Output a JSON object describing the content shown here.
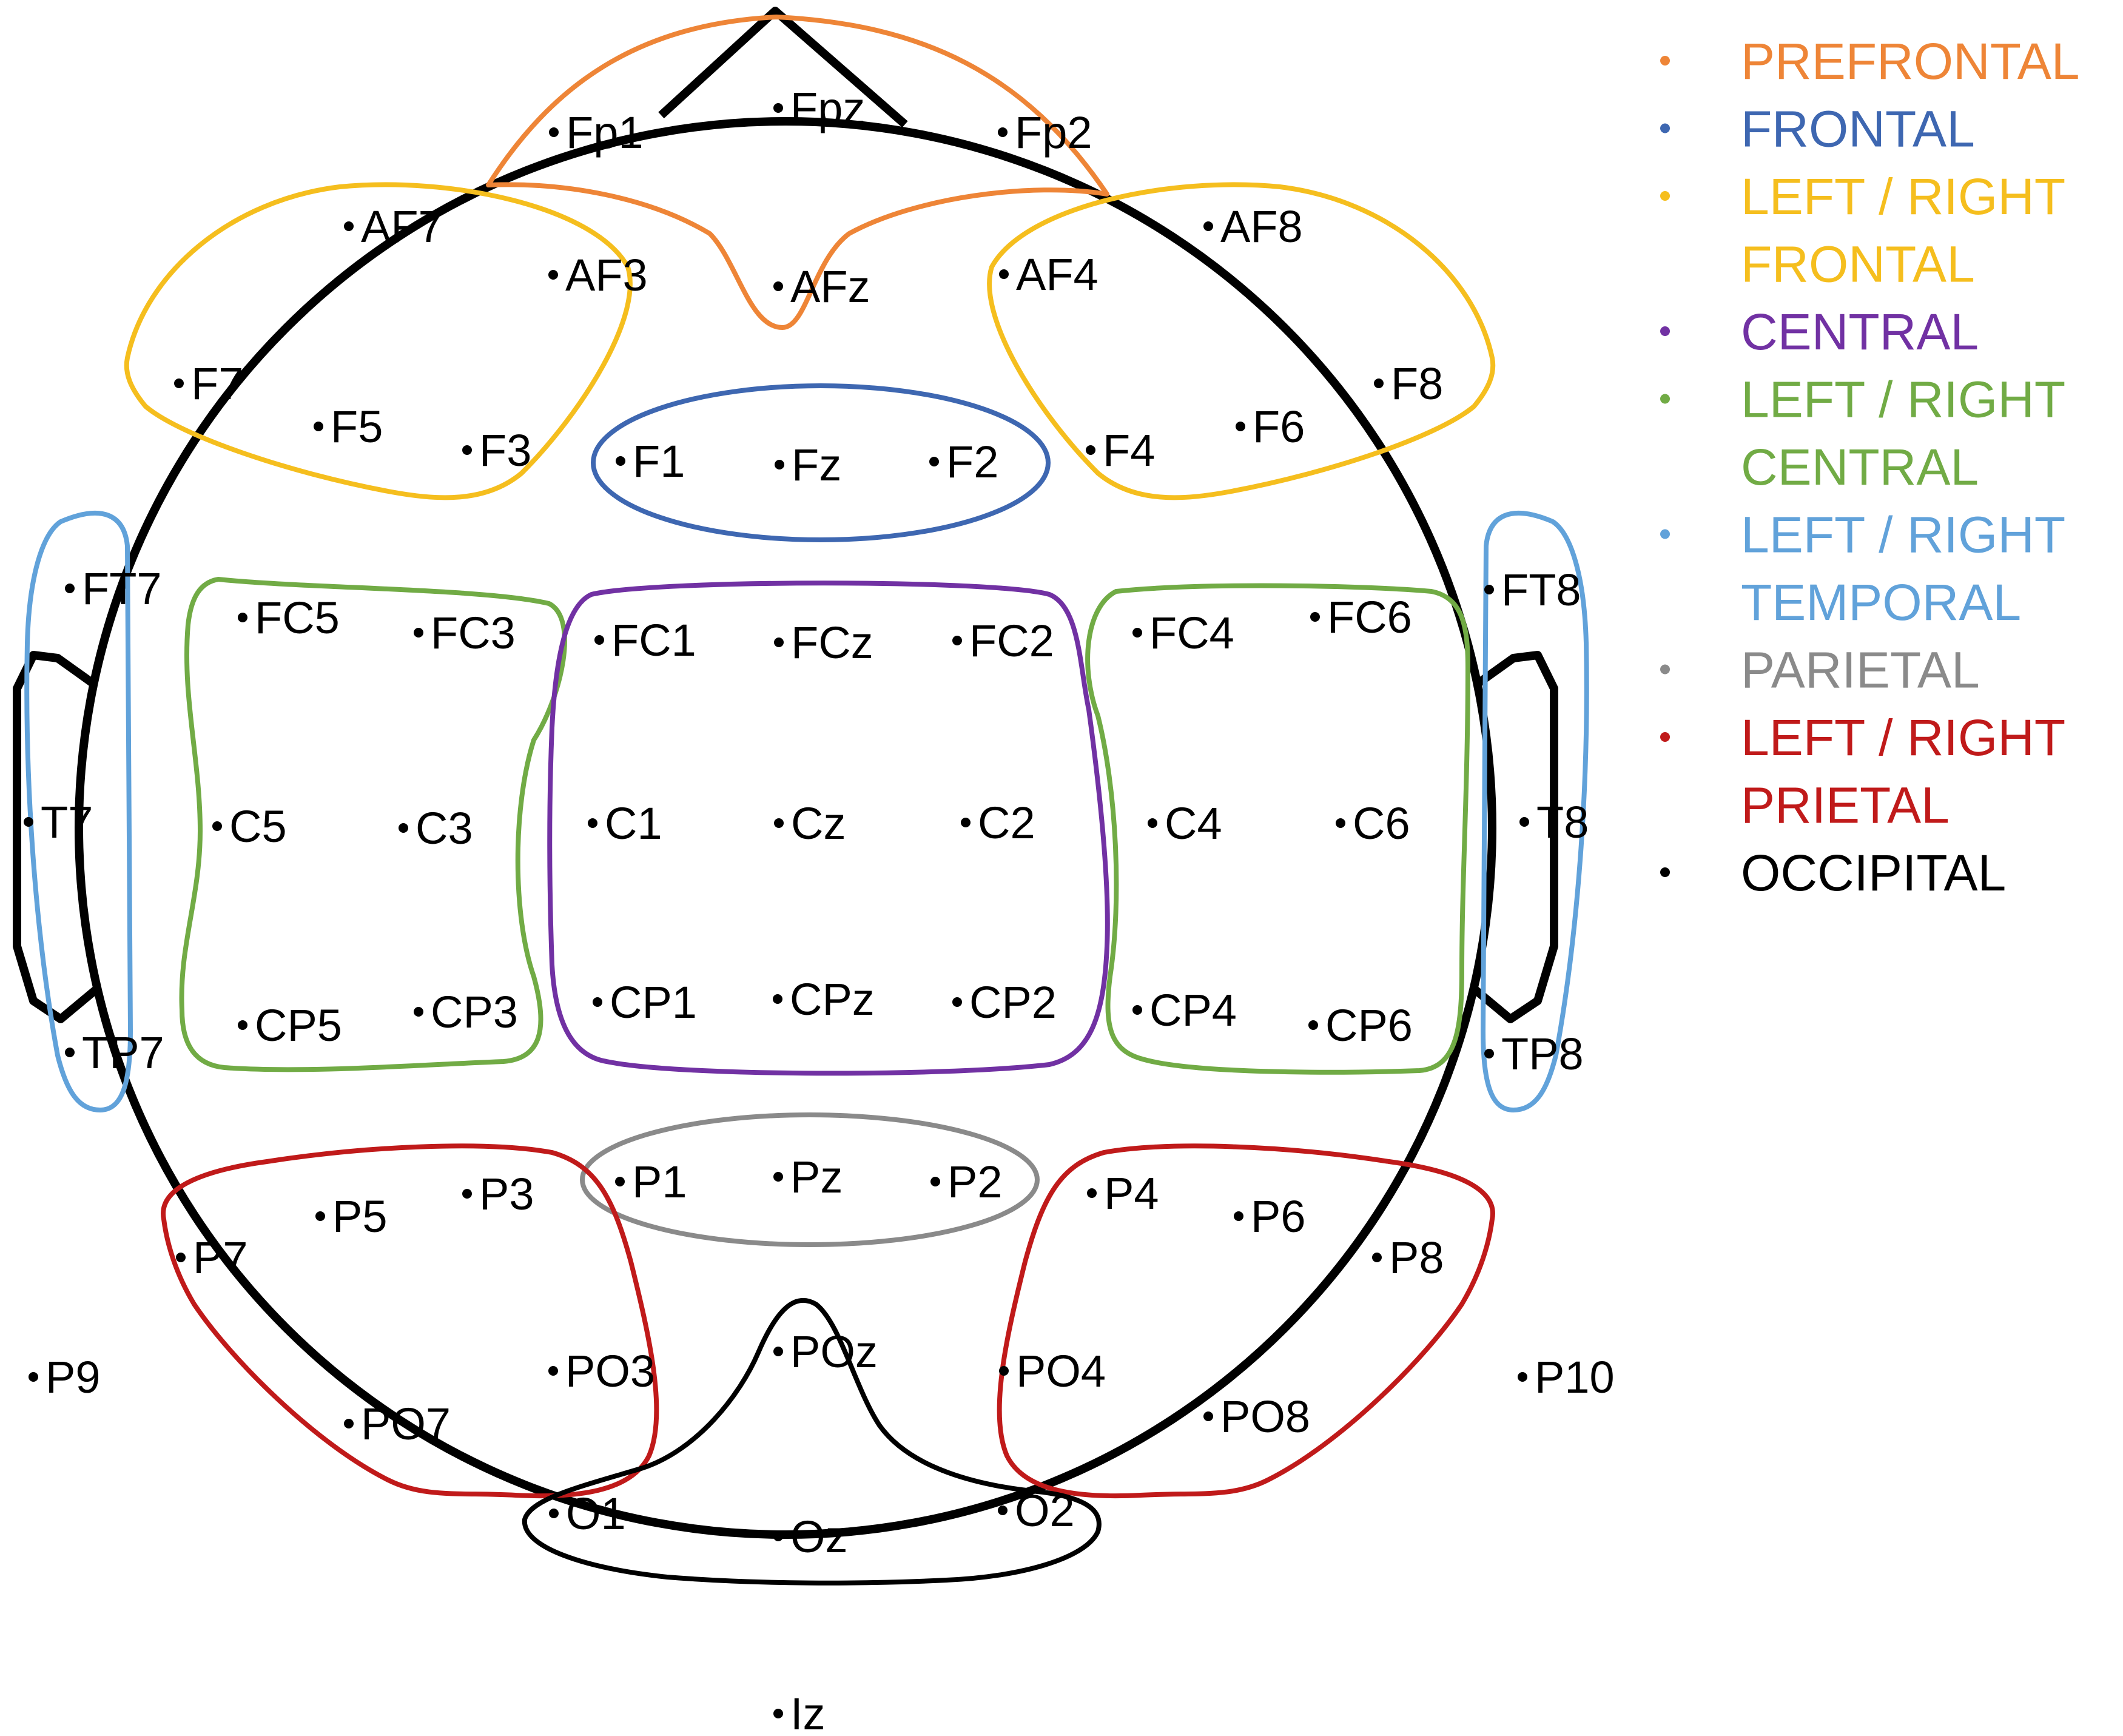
{
  "electrodes": [
    {
      "id": "Fp1",
      "label": "Fp1"
    },
    {
      "id": "Fpz",
      "label": "Fpz"
    },
    {
      "id": "Fp2",
      "label": "Fp2"
    },
    {
      "id": "AF7",
      "label": "AF7"
    },
    {
      "id": "AF3",
      "label": "AF3"
    },
    {
      "id": "AFz",
      "label": "AFz"
    },
    {
      "id": "AF4",
      "label": "AF4"
    },
    {
      "id": "AF8",
      "label": "AF8"
    },
    {
      "id": "F7",
      "label": "F7"
    },
    {
      "id": "F5",
      "label": "F5"
    },
    {
      "id": "F3",
      "label": "F3"
    },
    {
      "id": "F1",
      "label": "F1"
    },
    {
      "id": "Fz",
      "label": "Fz"
    },
    {
      "id": "F2",
      "label": "F2"
    },
    {
      "id": "F4",
      "label": "F4"
    },
    {
      "id": "F6",
      "label": "F6"
    },
    {
      "id": "F8",
      "label": "F8"
    },
    {
      "id": "FT7",
      "label": "FT7"
    },
    {
      "id": "FC5",
      "label": "FC5"
    },
    {
      "id": "FC3",
      "label": "FC3"
    },
    {
      "id": "FC1",
      "label": "FC1"
    },
    {
      "id": "FCz",
      "label": "FCz"
    },
    {
      "id": "FC2",
      "label": "FC2"
    },
    {
      "id": "FC4",
      "label": "FC4"
    },
    {
      "id": "FC6",
      "label": "FC6"
    },
    {
      "id": "FT8",
      "label": "FT8"
    },
    {
      "id": "T7",
      "label": "T7"
    },
    {
      "id": "C5",
      "label": "C5"
    },
    {
      "id": "C3",
      "label": "C3"
    },
    {
      "id": "C1",
      "label": "C1"
    },
    {
      "id": "Cz",
      "label": "Cz"
    },
    {
      "id": "C2",
      "label": "C2"
    },
    {
      "id": "C4",
      "label": "C4"
    },
    {
      "id": "C6",
      "label": "C6"
    },
    {
      "id": "T8",
      "label": "T8"
    },
    {
      "id": "TP7",
      "label": "TP7"
    },
    {
      "id": "CP5",
      "label": "CP5"
    },
    {
      "id": "CP3",
      "label": "CP3"
    },
    {
      "id": "CP1",
      "label": "CP1"
    },
    {
      "id": "CPz",
      "label": "CPz"
    },
    {
      "id": "CP2",
      "label": "CP2"
    },
    {
      "id": "CP4",
      "label": "CP4"
    },
    {
      "id": "CP6",
      "label": "CP6"
    },
    {
      "id": "TP8",
      "label": "TP8"
    },
    {
      "id": "P9",
      "label": "P9"
    },
    {
      "id": "P7",
      "label": "P7"
    },
    {
      "id": "P5",
      "label": "P5"
    },
    {
      "id": "P3",
      "label": "P3"
    },
    {
      "id": "P1",
      "label": "P1"
    },
    {
      "id": "Pz",
      "label": "Pz"
    },
    {
      "id": "P2",
      "label": "P2"
    },
    {
      "id": "P4",
      "label": "P4"
    },
    {
      "id": "P6",
      "label": "P6"
    },
    {
      "id": "P8",
      "label": "P8"
    },
    {
      "id": "P10",
      "label": "P10"
    },
    {
      "id": "PO7",
      "label": "PO7"
    },
    {
      "id": "PO3",
      "label": "PO3"
    },
    {
      "id": "POz",
      "label": "POz"
    },
    {
      "id": "PO4",
      "label": "PO4"
    },
    {
      "id": "PO8",
      "label": "PO8"
    },
    {
      "id": "O1",
      "label": "O1"
    },
    {
      "id": "Oz",
      "label": "Oz"
    },
    {
      "id": "O2",
      "label": "O2"
    },
    {
      "id": "Iz",
      "label": "Iz"
    }
  ],
  "legend": [
    {
      "id": "prefrontal",
      "lines": [
        "PREFRONTAL"
      ],
      "color": "#EE8537"
    },
    {
      "id": "frontal",
      "lines": [
        "FRONTAL"
      ],
      "color": "#3E67B1"
    },
    {
      "id": "lr-frontal",
      "lines": [
        "LEFT / RIGHT",
        "FRONTAL"
      ],
      "color": "#F5BE1E"
    },
    {
      "id": "central",
      "lines": [
        "CENTRAL"
      ],
      "color": "#7131A3"
    },
    {
      "id": "lr-central",
      "lines": [
        "LEFT / RIGHT",
        "CENTRAL"
      ],
      "color": "#71AB45"
    },
    {
      "id": "lr-temporal",
      "lines": [
        "LEFT / RIGHT",
        "TEMPORAL"
      ],
      "color": "#61A2DA"
    },
    {
      "id": "parietal",
      "lines": [
        "PARIETAL"
      ],
      "color": "#8A8A8A"
    },
    {
      "id": "lr-prietal",
      "lines": [
        "LEFT / RIGHT",
        "PRIETAL"
      ],
      "color": "#C01A1A"
    },
    {
      "id": "occipital",
      "lines": [
        "OCCIPITAL"
      ],
      "color": "#000000"
    }
  ]
}
